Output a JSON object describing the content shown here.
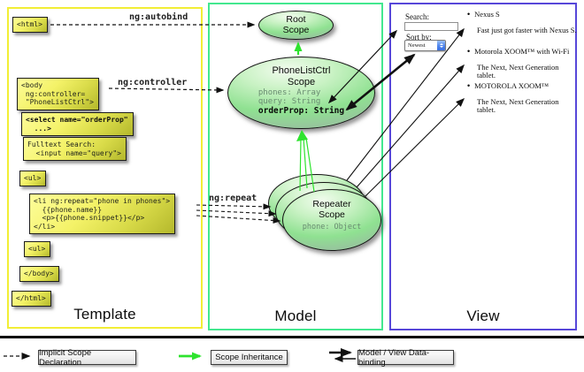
{
  "template_panel": {
    "label": "Template",
    "boxes": {
      "html_open": "<html>",
      "body_open": "<body\n ng:controller=\n \"PhoneListCtrl\">",
      "select": "<select name=\"orderProp\"\n  ...>",
      "fulltext": "Fulltext Search:\n  <input name=\"query\">",
      "ul_open": "<ul>",
      "li_repeat": "<li ng:repeat=\"phone in phones\">\n  {{phone.name}}\n  <p>{{phone.snippet}}</p>\n</li>",
      "ul_close": "<ul>",
      "body_close": "</body>",
      "html_close": "</html>"
    }
  },
  "arrow_labels": {
    "autobind": "ng:autobind",
    "controller": "ng:controller",
    "repeat": "ng:repeat"
  },
  "model_panel": {
    "label": "Model",
    "root_scope": {
      "title": "Root\nScope"
    },
    "phonelist_scope": {
      "title": "PhoneListCtrl\nScope",
      "prop_phones": "phones: Array",
      "prop_query": "query: String",
      "prop_orderprop": "orderProp: String"
    },
    "repeater_scope": {
      "title": "Repeater\nScope",
      "prop_phone": "phone: Object"
    }
  },
  "view_panel": {
    "label": "View",
    "search_label": "Search:",
    "sort_label": "Sort by:",
    "sort_value": "Newest",
    "bullet": "•",
    "items": [
      {
        "title": "Nexus S",
        "desc": "Fast just got faster with Nexus S."
      },
      {
        "title": "Motorola XOOM™ with Wi-Fi",
        "desc": "The Next, Next Generation tablet."
      },
      {
        "title": "MOTOROLA XOOM™",
        "desc": "The Next, Next Generation tablet."
      }
    ]
  },
  "legend": {
    "implicit": "Implicit Scope Declaration",
    "inheritance": "Scope Inheritance",
    "databinding": "Model / View Data-binding"
  },
  "colors": {
    "template_border": "#f2ee35",
    "model_border": "#43e88f",
    "view_border": "#5747d9",
    "green_arrow": "#2ee32e"
  }
}
